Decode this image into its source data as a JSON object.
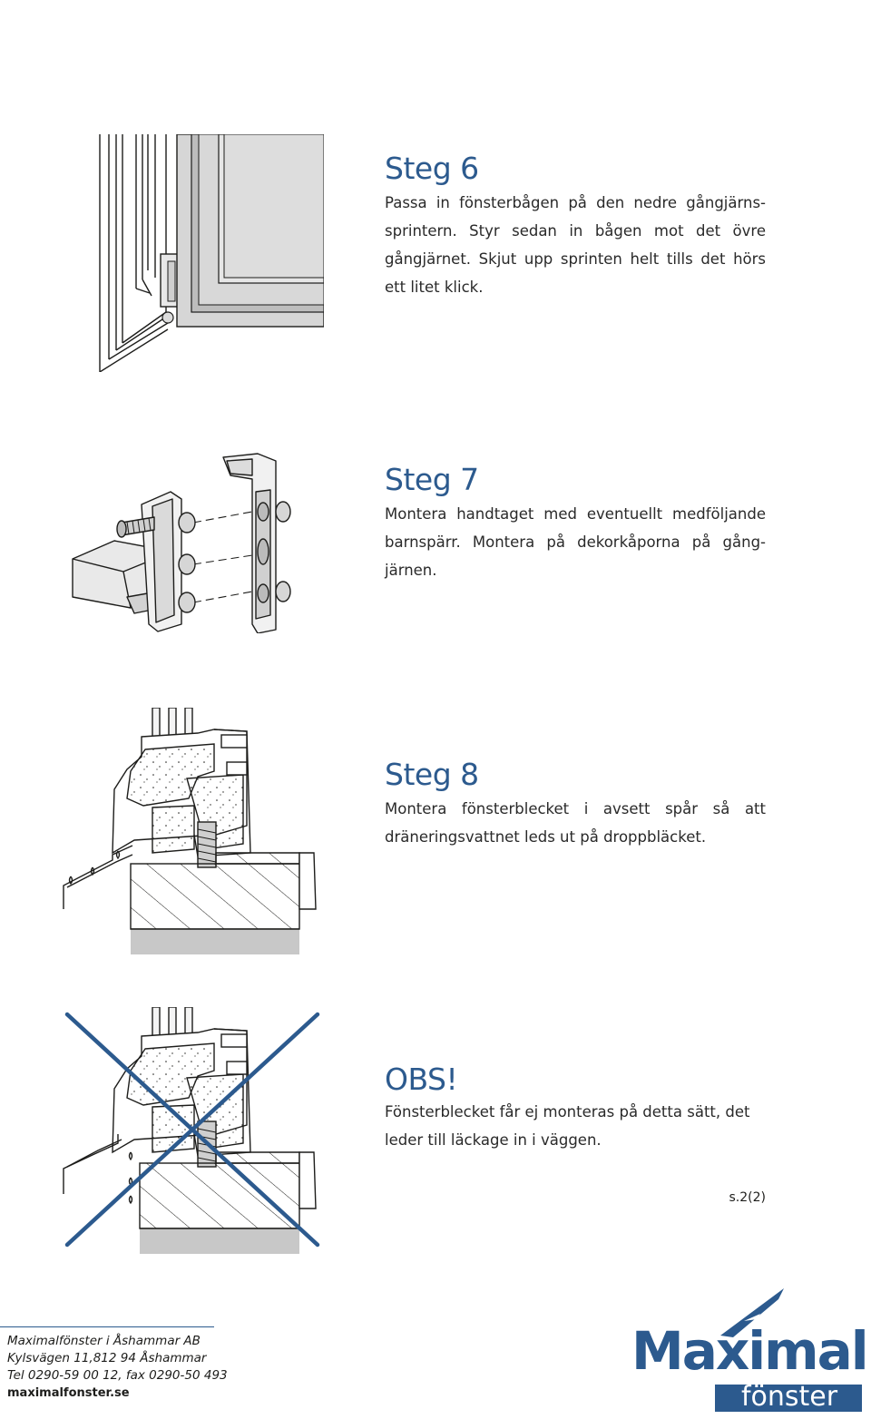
{
  "steps": [
    {
      "title": "Steg 6",
      "text": "Passa in fönsterbågen på den nedre gångjärns- sprintern. Styr sedan in bågen mot det övre gångjärnet. Skjut upp sprinten helt tills det hörs ett litet klick."
    },
    {
      "title": "Steg 7",
      "text": "Montera handtaget med eventuellt medföljande barnspärr. Montera på dekorkåporna på gång- järnen."
    },
    {
      "title": "Steg 8",
      "text": "Montera fönsterblecket i avsett spår så att dräneringsvattnet leds ut på droppbläcket."
    }
  ],
  "obs": {
    "title": "OBS!",
    "text": "Fönsterblecket får ej monteras på detta sätt, det leder till läckage in i väggen."
  },
  "page_number": "s.2(2)",
  "footer": {
    "company": "Maximalfönster i Åshammar AB",
    "address": "Kylsvägen 11,812 94 Åshammar",
    "phone": "Tel 0290-59 00 12, fax 0290-50 493",
    "website": "maximalfonster.se"
  },
  "logo": {
    "line1": "Maximal",
    "line2": "fönster"
  },
  "colors": {
    "accent": "#2c5a8e",
    "line": "#1d1d1b"
  }
}
